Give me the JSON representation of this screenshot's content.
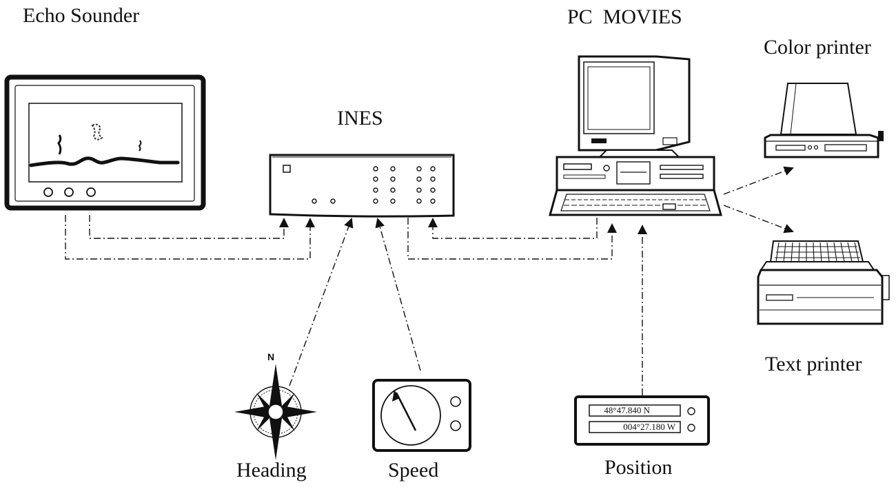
{
  "labels": {
    "echo_sounder": "Echo Sounder",
    "pc_movies": "PC  MOVIES",
    "color_printer": "Color printer",
    "ines": "INES",
    "text_printer": "Text printer",
    "heading": "Heading",
    "speed": "Speed",
    "position": "Position"
  },
  "compass": {
    "north": "N"
  },
  "gps": {
    "latitude": "48°47.840 N",
    "longitude": "004°27.180 W"
  },
  "colors": {
    "ink": "#111111",
    "background": "#ffffff"
  }
}
